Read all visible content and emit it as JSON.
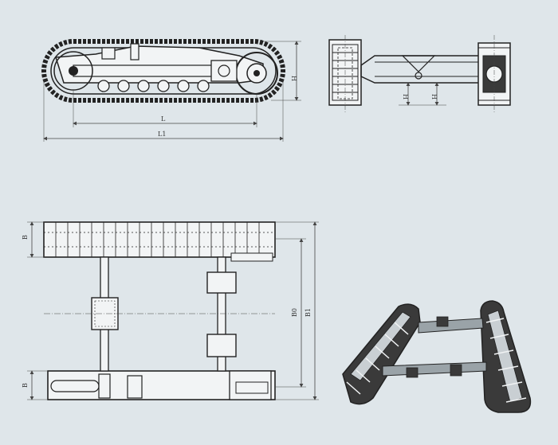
{
  "colors": {
    "background": "#dfe6ea",
    "line": "#2b2b2b",
    "fill_dark": "#3a3a3a",
    "fill_light": "#f2f4f5",
    "dimension": "#444444"
  },
  "side_view": {
    "dim_L": "L",
    "dim_L1": "L1",
    "dim_H": "H"
  },
  "end_view": {
    "dim_H1": "H",
    "dim_H2": "H"
  },
  "top_view": {
    "dim_B_top": "B",
    "dim_B_bottom": "B",
    "dim_B0": "B0",
    "dim_B1": "B1"
  },
  "iso_view": {
    "icon": "tracked-undercarriage-perspective-icon"
  }
}
